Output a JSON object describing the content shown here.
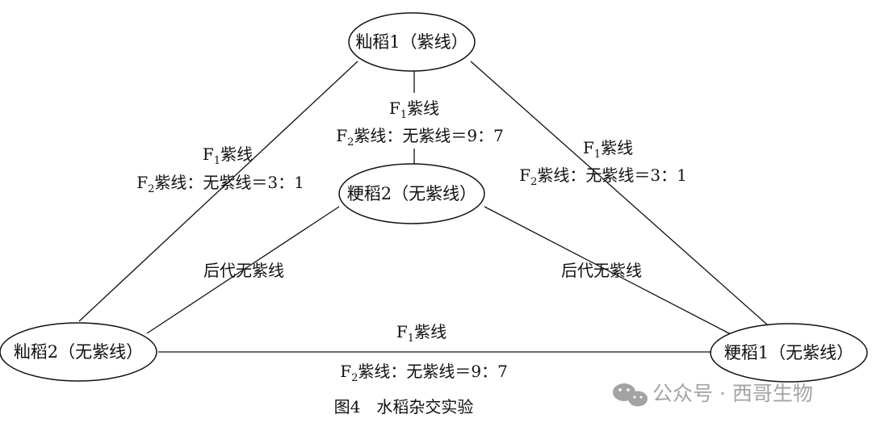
{
  "nodes": {
    "top": "籼稻1（紫线）",
    "center": "粳稻2（无紫线）",
    "left": "籼稻2（无紫线）",
    "right": "粳稻1（无紫线）"
  },
  "edges": {
    "top_center": {
      "f1_prefix": "F",
      "f1_sub": "1",
      "f1_text": "紫线",
      "f2_prefix": "F",
      "f2_sub": "2",
      "f2_text": "紫线：无紫线＝9：7"
    },
    "top_left": {
      "f1_prefix": "F",
      "f1_sub": "1",
      "f1_text": "紫线",
      "f2_prefix": "F",
      "f2_sub": "2",
      "f2_text": "紫线：无紫线＝3：1"
    },
    "top_right": {
      "f1_prefix": "F",
      "f1_sub": "1",
      "f1_text": "紫线",
      "f2_prefix": "F",
      "f2_sub": "2",
      "f2_text": "紫线：无紫线＝3：1"
    },
    "center_left": {
      "text": "后代无紫线"
    },
    "center_right": {
      "text": "后代无紫线"
    },
    "left_right": {
      "f1_prefix": "F",
      "f1_sub": "1",
      "f1_text": "紫线",
      "f2_prefix": "F",
      "f2_sub": "2",
      "f2_text": "紫线：无紫线＝9：7"
    }
  },
  "caption": "图4　水稻杂交实验",
  "watermark": {
    "icon": "wechat-icon",
    "text": "公众号 · 西哥生物"
  },
  "colors": {
    "line": "#111111",
    "text": "#111111",
    "watermark": "#9a9a9a"
  }
}
